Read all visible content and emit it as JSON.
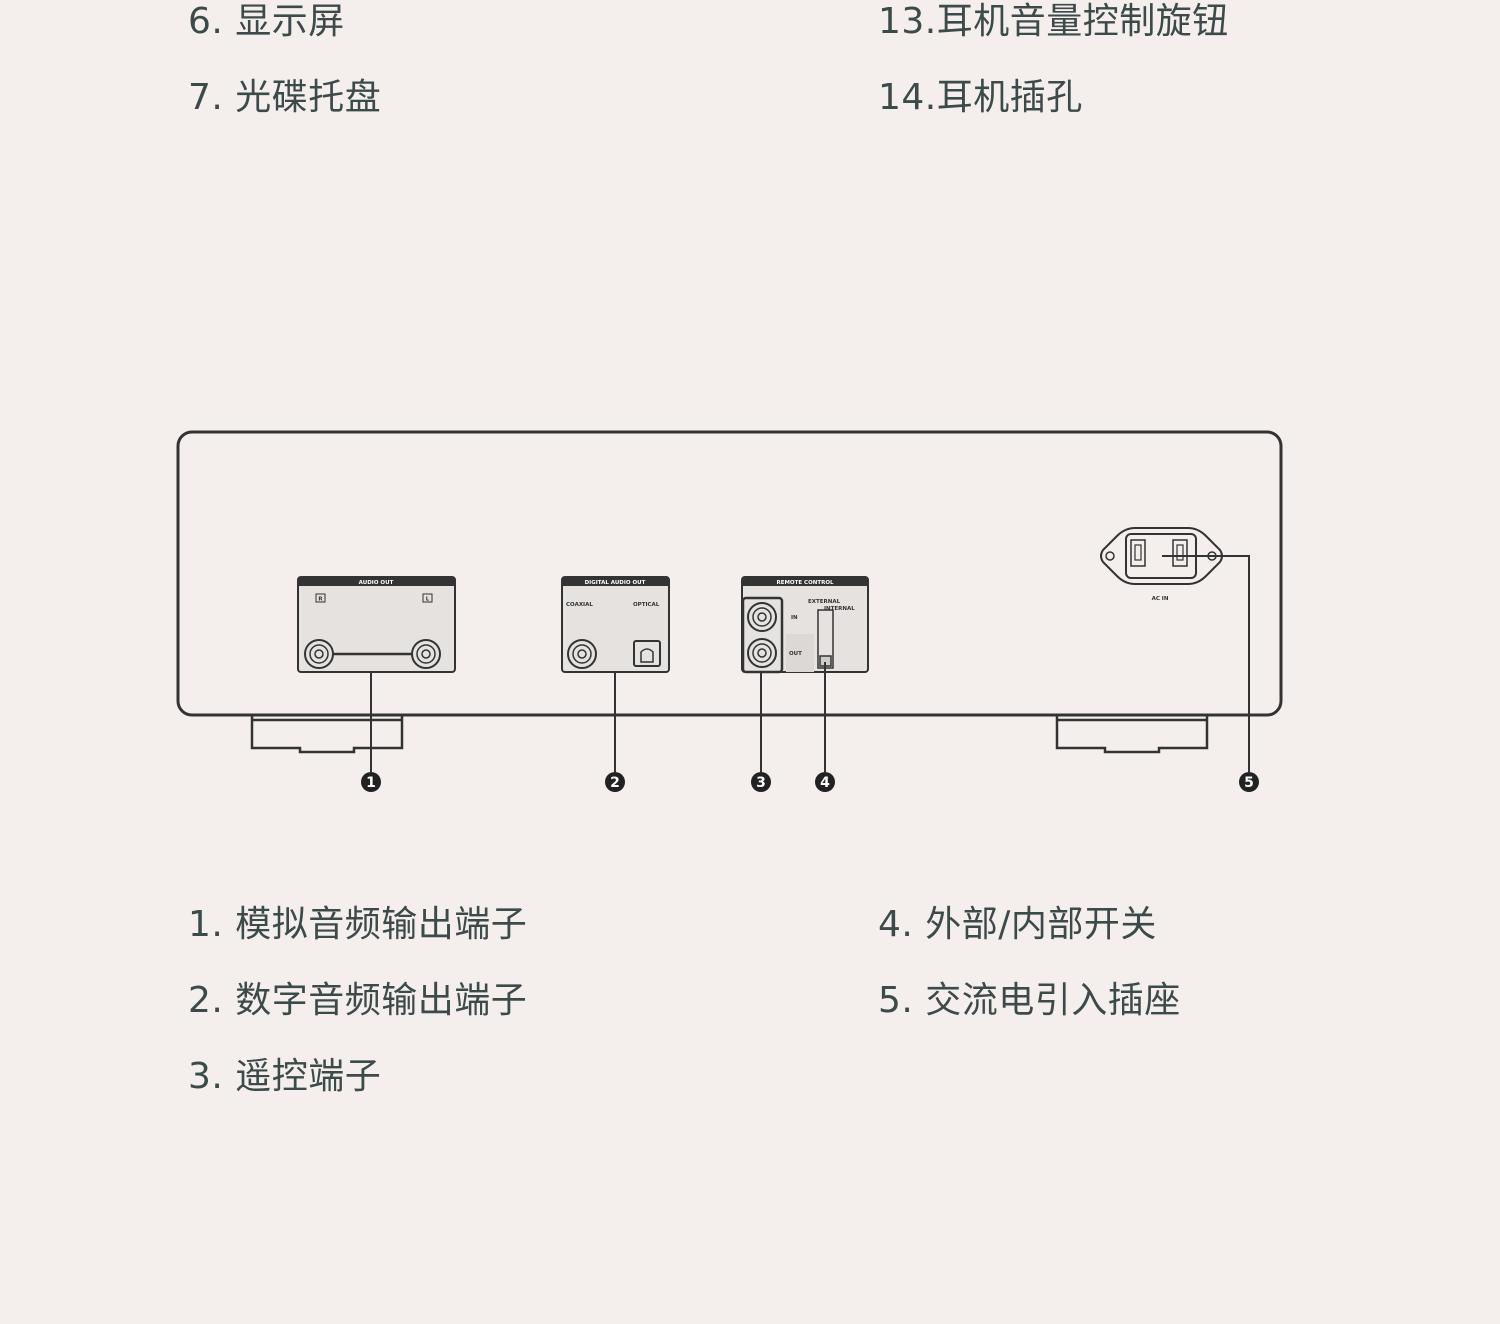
{
  "front_labels": {
    "item6": "6. 显示屏",
    "item7": "7. 光碟托盘",
    "item13": "13.耳机音量控制旋钮",
    "item14": "14.耳机插孔"
  },
  "rear_labels": {
    "item1": "1. 模拟音频输出端子",
    "item2": "2. 数字音频输出端子",
    "item3": "3. 遥控端子",
    "item4": "4. 外部/内部开关",
    "item5": "5. 交流电引入插座"
  },
  "panel": {
    "audio_out": "AUDIO OUT",
    "audio_r": "R",
    "audio_l": "L",
    "digital_out": "DIGITAL AUDIO OUT",
    "coaxial": "COAXIAL",
    "optical": "OPTICAL",
    "remote_control": "REMOTE CONTROL",
    "remote_in": "IN",
    "remote_out": "OUT",
    "external": "EXTERNAL",
    "internal": "INTERNAL",
    "ac_in": "AC IN"
  },
  "callouts": [
    "1",
    "2",
    "3",
    "4",
    "5"
  ],
  "colors": {
    "background": "#f4efec",
    "line": "#333333",
    "text": "#3d4a4a",
    "panel_fill": "#e6e2df"
  }
}
